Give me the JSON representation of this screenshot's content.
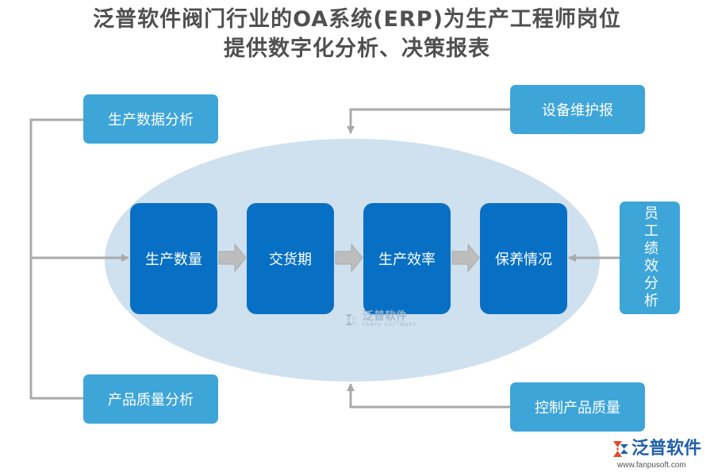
{
  "title": {
    "line1": "泛普软件阀门行业的OA系统(ERP)为生产工程师岗位",
    "line2": "提供数字化分析、决策报表"
  },
  "left_boxes": {
    "production_data_analysis": "生产数据分析",
    "product_quality_analysis": "产品质量分析"
  },
  "right_boxes": {
    "equipment_maintenance": "设备维护报",
    "employee_performance": "员工绩效分析",
    "quality_control": "控制产品质量"
  },
  "core_flow": {
    "items": [
      "生产数量",
      "交货期",
      "生产效率",
      "保养情况"
    ]
  },
  "watermark": {
    "name": "泛普软件",
    "sub": "FANPU SOFTWARE"
  },
  "logo": {
    "name": "泛普软件",
    "url": "www.fanpusoft.com"
  },
  "colors": {
    "side_box": "#3ea5d8",
    "core_box": "#0870c4",
    "ellipse": "#cfe0ee",
    "connector": "#aaaaaa",
    "title": "#505050"
  }
}
